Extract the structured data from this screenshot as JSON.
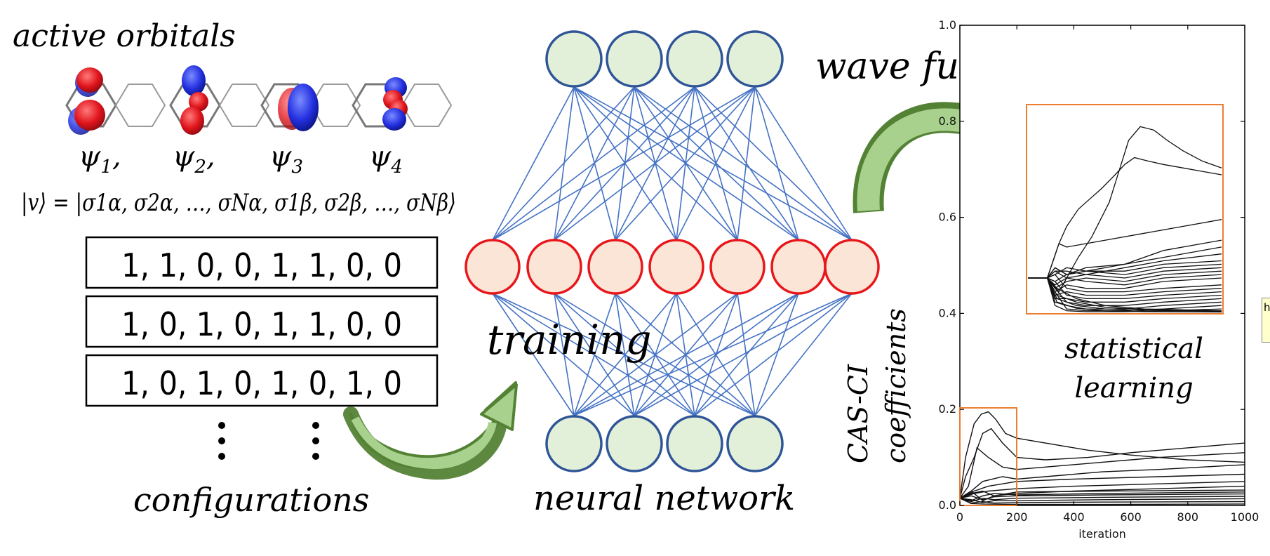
{
  "left": {
    "title": "active orbitals",
    "orbital_labels": [
      "ψ",
      "ψ",
      "ψ",
      "ψ"
    ],
    "orbital_subscripts": [
      "1",
      "2",
      "3",
      "4"
    ],
    "orbital_separators": [
      ",",
      ",",
      "",
      ""
    ],
    "ket_formula": "|v⟩ = |σ1α, σ2α, …, σNα, σ1β, σ2β, …, σNβ⟩",
    "configurations": [
      "1, 1, 0, 0,   1, 1, 0, 0",
      "1, 0, 1, 0,   1, 1, 0, 0",
      "1, 0, 1, 0,   1, 0, 1, 0"
    ],
    "footer": "configurations"
  },
  "middle": {
    "training_label": "training",
    "network_label": "neural network",
    "colors": {
      "outer_fill": "#e2f0d9",
      "outer_stroke": "#2f5597",
      "hidden_fill": "#fbe5d6",
      "hidden_stroke": "#e8161b",
      "edge": "#4472c4"
    }
  },
  "right": {
    "wave_label": "wave function",
    "ylabel_line1": "CAS-CI",
    "ylabel_line2": "coefficients",
    "inset_label_line1": "statistical",
    "inset_label_line2": "learning",
    "tooltip_text": "h f",
    "arrow_color": "#548235",
    "arrow_fill": "#a9d18e"
  },
  "chart_data": {
    "type": "line",
    "xlabel": "iteration",
    "ylabel": "",
    "xlim": [
      0,
      1000
    ],
    "ylim": [
      0,
      1.0
    ],
    "xticks": [
      "0",
      "200",
      "400",
      "600",
      "800",
      "1000"
    ],
    "yticks": [
      "0.0",
      "0.2",
      "0.4",
      "0.6",
      "0.8",
      "1.0"
    ],
    "series": [
      {
        "x": [
          0,
          20,
          50,
          75,
          100,
          125,
          160,
          200,
          300,
          450,
          600,
          800,
          1000
        ],
        "y": [
          0.015,
          0.1,
          0.17,
          0.19,
          0.195,
          0.18,
          0.15,
          0.14,
          0.13,
          0.115,
          0.105,
          0.095,
          0.09
        ]
      },
      {
        "x": [
          0,
          20,
          50,
          80,
          110,
          150,
          200,
          300,
          450,
          600,
          800,
          1000
        ],
        "y": [
          0.015,
          0.06,
          0.1,
          0.15,
          0.16,
          0.13,
          0.1,
          0.095,
          0.1,
          0.11,
          0.12,
          0.13
        ]
      },
      {
        "x": [
          0,
          30,
          60,
          100,
          150,
          200,
          300,
          500,
          700,
          1000
        ],
        "y": [
          0.015,
          0.04,
          0.12,
          0.1,
          0.08,
          0.075,
          0.08,
          0.09,
          0.1,
          0.11
        ]
      },
      {
        "x": [
          0,
          40,
          80,
          150,
          200,
          300,
          500,
          700,
          1000
        ],
        "y": [
          0.015,
          0.03,
          0.05,
          0.06,
          0.055,
          0.06,
          0.07,
          0.075,
          0.085
        ]
      },
      {
        "x": [
          0,
          50,
          100,
          200,
          400,
          700,
          1000
        ],
        "y": [
          0.015,
          0.03,
          0.04,
          0.05,
          0.055,
          0.06,
          0.065
        ]
      },
      {
        "x": [
          0,
          50,
          100,
          200,
          400,
          700,
          1000
        ],
        "y": [
          0.015,
          0.025,
          0.03,
          0.035,
          0.04,
          0.045,
          0.05
        ]
      },
      {
        "x": [
          0,
          40,
          80,
          120,
          200,
          400,
          700,
          1000
        ],
        "y": [
          0.015,
          0.03,
          0.01,
          0.02,
          0.025,
          0.03,
          0.035,
          0.04
        ]
      },
      {
        "x": [
          0,
          40,
          80,
          120,
          200,
          500,
          1000
        ],
        "y": [
          0.015,
          0.025,
          0.03,
          0.02,
          0.028,
          0.03,
          0.032
        ]
      },
      {
        "x": [
          0,
          40,
          80,
          120,
          200,
          500,
          1000
        ],
        "y": [
          0.015,
          0.01,
          0.02,
          0.025,
          0.022,
          0.025,
          0.028
        ]
      },
      {
        "x": [
          0,
          40,
          80,
          120,
          200,
          500,
          1000
        ],
        "y": [
          0.015,
          0.02,
          0.012,
          0.018,
          0.02,
          0.022,
          0.024
        ]
      },
      {
        "x": [
          0,
          40,
          80,
          120,
          200,
          500,
          1000
        ],
        "y": [
          0.015,
          0.008,
          0.015,
          0.012,
          0.015,
          0.017,
          0.019
        ]
      },
      {
        "x": [
          0,
          40,
          80,
          120,
          200,
          500,
          1000
        ],
        "y": [
          0.015,
          0.012,
          0.006,
          0.01,
          0.01,
          0.012,
          0.014
        ]
      },
      {
        "x": [
          0,
          40,
          80,
          120,
          200,
          500,
          1000
        ],
        "y": [
          0.015,
          0.005,
          0.008,
          0.005,
          0.006,
          0.007,
          0.008
        ]
      },
      {
        "x": [
          0,
          40,
          80,
          200,
          500,
          1000
        ],
        "y": [
          0.015,
          0.004,
          0.003,
          0.002,
          0.002,
          0.003
        ]
      }
    ]
  },
  "inset_data": {
    "x": [
      0,
      1000
    ],
    "y": [
      0.4,
      1.0
    ],
    "series": [
      {
        "x": [
          0,
          100,
          130,
          160,
          200,
          260,
          330,
          420,
          520,
          580,
          650,
          720,
          800,
          900,
          1000
        ],
        "y": [
          0.5,
          0.5,
          0.48,
          0.46,
          0.5,
          0.56,
          0.62,
          0.72,
          0.9,
          0.94,
          0.93,
          0.9,
          0.87,
          0.84,
          0.82
        ]
      },
      {
        "x": [
          0,
          100,
          130,
          160,
          200,
          260,
          320,
          380,
          450,
          500,
          550,
          620,
          700,
          800,
          900,
          1000
        ],
        "y": [
          0.5,
          0.5,
          0.55,
          0.6,
          0.65,
          0.7,
          0.73,
          0.76,
          0.8,
          0.83,
          0.85,
          0.84,
          0.83,
          0.82,
          0.81,
          0.8
        ]
      },
      {
        "x": [
          0,
          100,
          130,
          160,
          200,
          300,
          400,
          600,
          800,
          1000
        ],
        "y": [
          0.5,
          0.5,
          0.55,
          0.6,
          0.59,
          0.6,
          0.61,
          0.63,
          0.65,
          0.67
        ]
      },
      {
        "x": [
          0,
          100,
          140,
          200,
          300,
          500,
          700,
          900,
          1000
        ],
        "y": [
          0.5,
          0.5,
          0.53,
          0.51,
          0.53,
          0.54,
          0.58,
          0.6,
          0.61
        ]
      },
      {
        "x": [
          0,
          100,
          140,
          200,
          300,
          500,
          700,
          1000
        ],
        "y": [
          0.5,
          0.5,
          0.53,
          0.51,
          0.52,
          0.54,
          0.56,
          0.59
        ]
      },
      {
        "x": [
          0,
          100,
          140,
          200,
          300,
          500,
          700,
          1000
        ],
        "y": [
          0.5,
          0.5,
          0.52,
          0.52,
          0.51,
          0.53,
          0.55,
          0.57
        ]
      },
      {
        "x": [
          0,
          100,
          140,
          200,
          300,
          500,
          700,
          1000
        ],
        "y": [
          0.5,
          0.5,
          0.51,
          0.53,
          0.52,
          0.52,
          0.54,
          0.55
        ]
      },
      {
        "x": [
          0,
          100,
          140,
          200,
          300,
          500,
          700,
          1000
        ],
        "y": [
          0.5,
          0.5,
          0.49,
          0.51,
          0.52,
          0.51,
          0.53,
          0.54
        ]
      },
      {
        "x": [
          0,
          100,
          140,
          200,
          300,
          500,
          700,
          1000
        ],
        "y": [
          0.5,
          0.5,
          0.48,
          0.5,
          0.51,
          0.5,
          0.52,
          0.53
        ]
      },
      {
        "x": [
          0,
          100,
          140,
          200,
          300,
          500,
          700,
          1000
        ],
        "y": [
          0.5,
          0.5,
          0.47,
          0.49,
          0.5,
          0.49,
          0.51,
          0.52
        ]
      },
      {
        "x": [
          0,
          100,
          140,
          200,
          300,
          500,
          700,
          1000
        ],
        "y": [
          0.5,
          0.5,
          0.52,
          0.5,
          0.49,
          0.48,
          0.5,
          0.51
        ]
      },
      {
        "x": [
          0,
          100,
          140,
          200,
          300,
          500,
          700,
          1000
        ],
        "y": [
          0.5,
          0.5,
          0.46,
          0.48,
          0.47,
          0.47,
          0.49,
          0.5
        ]
      },
      {
        "x": [
          0,
          100,
          140,
          200,
          300,
          500,
          700,
          1000
        ],
        "y": [
          0.5,
          0.5,
          0.51,
          0.47,
          0.46,
          0.46,
          0.47,
          0.48
        ]
      },
      {
        "x": [
          0,
          100,
          140,
          200,
          300,
          500,
          700,
          1000
        ],
        "y": [
          0.5,
          0.5,
          0.45,
          0.46,
          0.45,
          0.45,
          0.46,
          0.47
        ]
      },
      {
        "x": [
          0,
          100,
          140,
          200,
          300,
          500,
          700,
          1000
        ],
        "y": [
          0.5,
          0.5,
          0.49,
          0.45,
          0.44,
          0.44,
          0.45,
          0.46
        ]
      },
      {
        "x": [
          0,
          100,
          140,
          200,
          300,
          500,
          700,
          1000
        ],
        "y": [
          0.5,
          0.5,
          0.44,
          0.44,
          0.43,
          0.43,
          0.44,
          0.45
        ]
      },
      {
        "x": [
          0,
          100,
          140,
          200,
          300,
          500,
          700,
          1000
        ],
        "y": [
          0.5,
          0.5,
          0.47,
          0.43,
          0.42,
          0.42,
          0.43,
          0.44
        ]
      },
      {
        "x": [
          0,
          100,
          140,
          200,
          300,
          500,
          700,
          1000
        ],
        "y": [
          0.5,
          0.5,
          0.43,
          0.42,
          0.41,
          0.41,
          0.42,
          0.43
        ]
      },
      {
        "x": [
          0,
          100,
          140,
          200,
          300,
          500,
          700,
          1000
        ],
        "y": [
          0.5,
          0.5,
          0.46,
          0.41,
          0.405,
          0.405,
          0.41,
          0.42
        ]
      },
      {
        "x": [
          0,
          100,
          140,
          200,
          300,
          500,
          700,
          1000
        ],
        "y": [
          0.5,
          0.5,
          0.42,
          0.405,
          0.402,
          0.402,
          0.405,
          0.41
        ]
      },
      {
        "x": [
          0,
          100,
          150,
          250,
          400,
          600,
          1000
        ],
        "y": [
          0.5,
          0.5,
          0.44,
          0.42,
          0.41,
          0.405,
          0.403
        ]
      },
      {
        "x": [
          0,
          100,
          150,
          250,
          400,
          600,
          1000
        ],
        "y": [
          0.5,
          0.5,
          0.45,
          0.43,
          0.415,
          0.408,
          0.404
        ]
      },
      {
        "x": [
          0,
          100,
          150,
          250,
          400,
          600,
          1000
        ],
        "y": [
          0.5,
          0.5,
          0.43,
          0.412,
          0.405,
          0.402,
          0.401
        ]
      },
      {
        "x": [
          0,
          100,
          150,
          250,
          400,
          600,
          1000
        ],
        "y": [
          0.5,
          0.5,
          0.47,
          0.44,
          0.42,
          0.41,
          0.405
        ]
      }
    ]
  }
}
